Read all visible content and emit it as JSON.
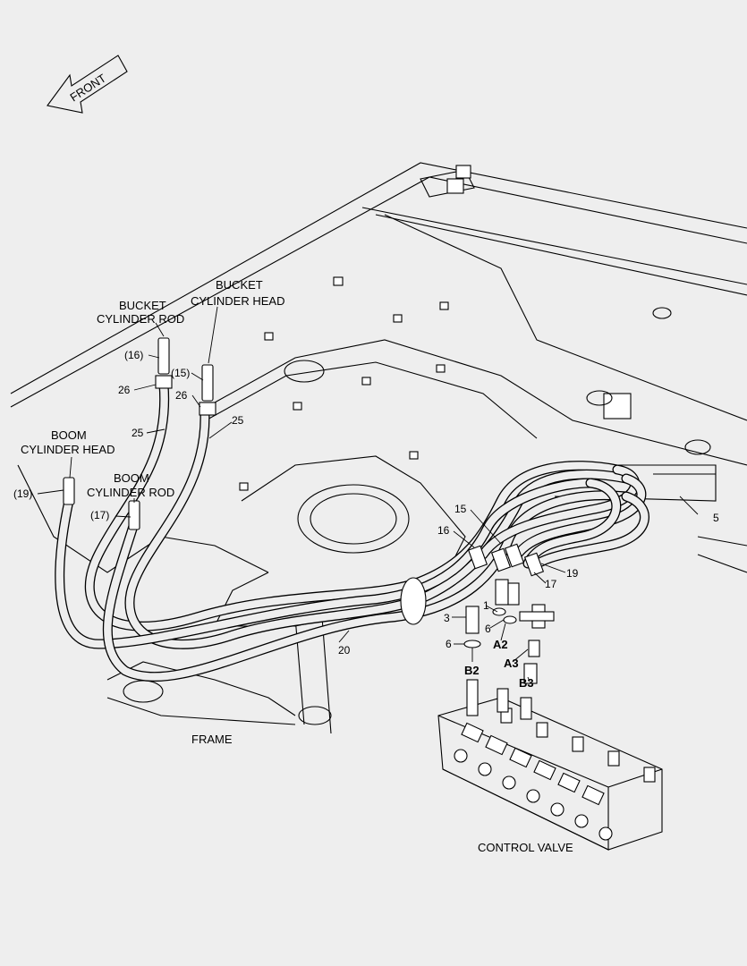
{
  "orientation": {
    "front": "FRONT"
  },
  "labels": {
    "bucket_rod": [
      "BUCKET",
      "CYLINDER ROD"
    ],
    "bucket_head": [
      "BUCKET",
      "CYLINDER HEAD"
    ],
    "boom_head": [
      "BOOM",
      "CYLINDER HEAD"
    ],
    "boom_rod": [
      "BOOM",
      "CYLINDER ROD"
    ],
    "frame": "FRAME",
    "control_valve": "CONTROL VALVE"
  },
  "callouts": {
    "c16p": "(16)",
    "c15p": "(15)",
    "c19p": "(19)",
    "c17p": "(17)",
    "c26a": "26",
    "c26b": "26",
    "c25a": "25",
    "c25b": "25",
    "c20": "20",
    "c5": "5",
    "c15": "15",
    "c16": "16",
    "c19": "19",
    "c17": "17",
    "c3": "3",
    "c1": "1",
    "c6a": "6",
    "c6b": "6"
  },
  "ports": {
    "B2": "B2",
    "A2": "A2",
    "A3": "A3",
    "B3": "B3"
  }
}
